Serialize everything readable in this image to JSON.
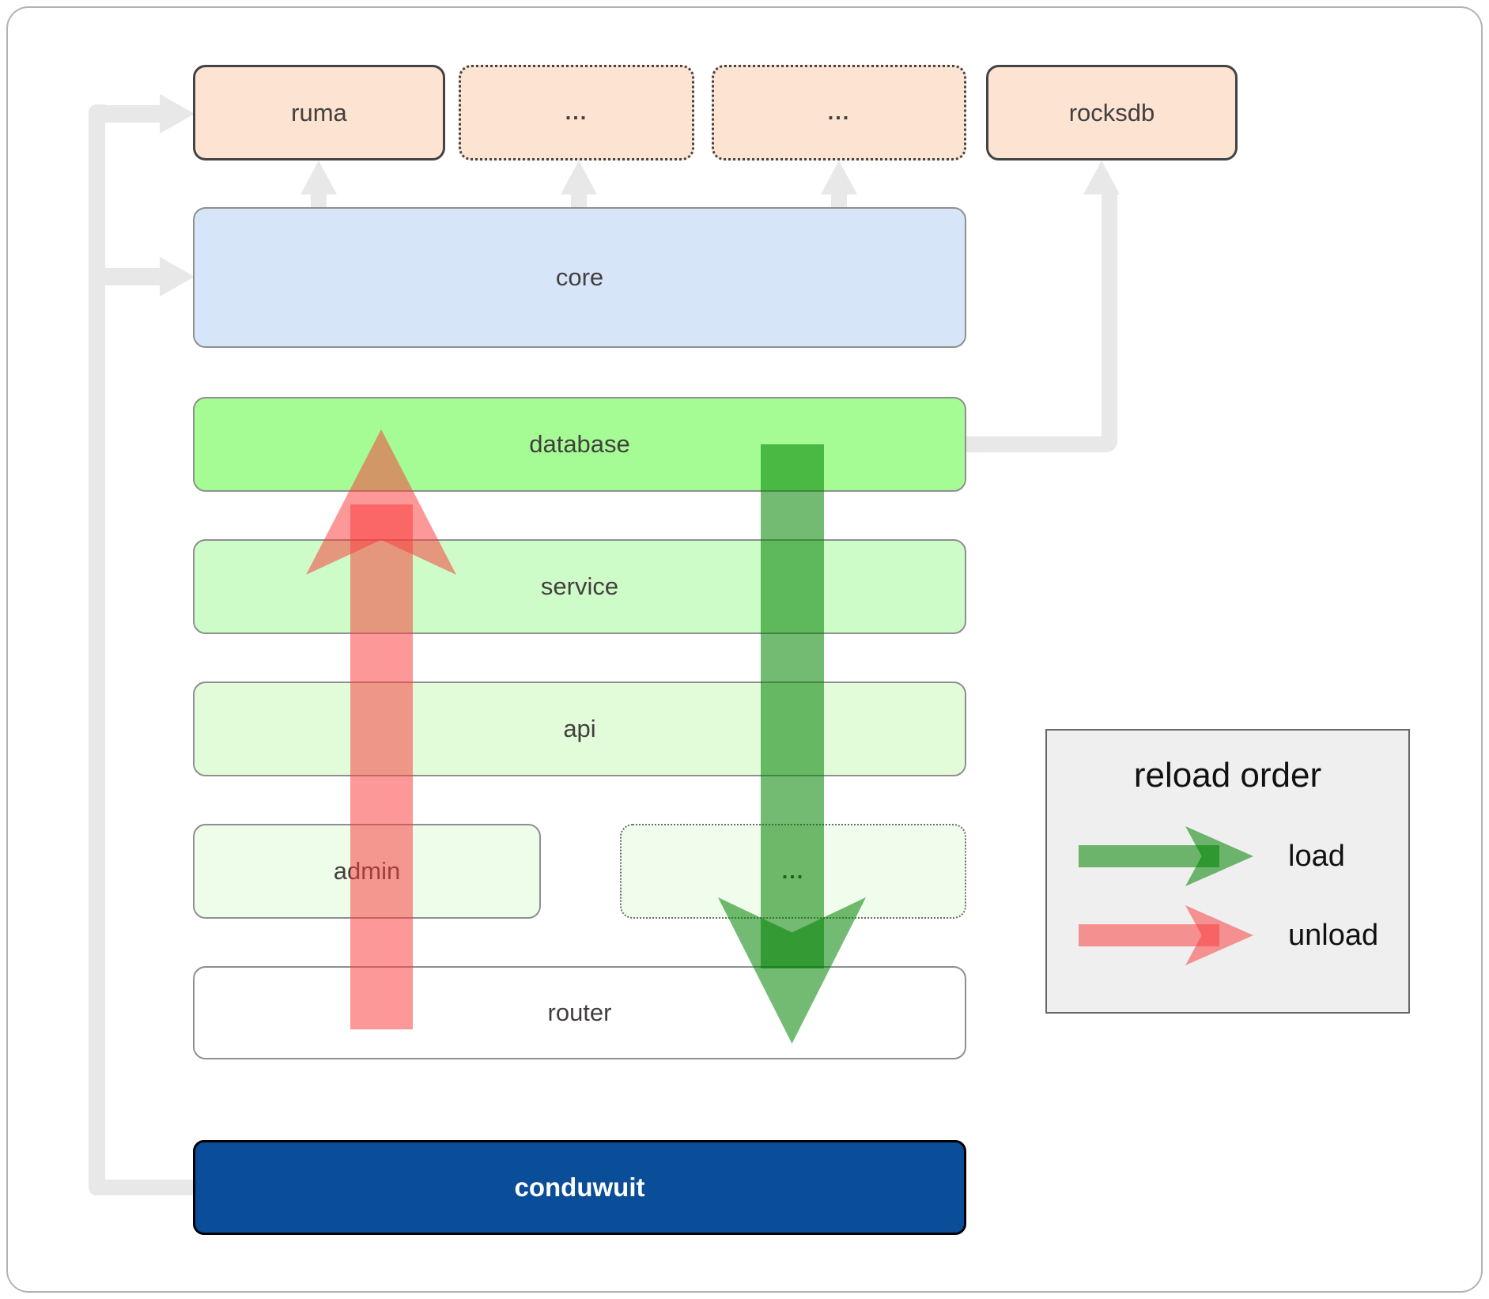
{
  "nodes": {
    "ruma": {
      "label": "ruma"
    },
    "more1": {
      "label": "..."
    },
    "more2": {
      "label": "..."
    },
    "rocksdb": {
      "label": "rocksdb"
    },
    "core": {
      "label": "core"
    },
    "database": {
      "label": "database"
    },
    "service": {
      "label": "service"
    },
    "api": {
      "label": "api"
    },
    "admin": {
      "label": "admin"
    },
    "more3": {
      "label": "..."
    },
    "router": {
      "label": "router"
    },
    "conduwuit": {
      "label": "conduwuit"
    }
  },
  "legend": {
    "title": "reload order",
    "items": [
      {
        "label": "load",
        "color": "green"
      },
      {
        "label": "unload",
        "color": "red"
      }
    ]
  },
  "colors": {
    "peach_fill": "#fce3d2",
    "peach_border": "#434343",
    "core_fill": "#d6e6f8",
    "database_fill": "#a5fc95",
    "service_fill": "#cefcc8",
    "api_fill": "#e2fcda",
    "admin_fill": "#eefdea",
    "more_fill": "#f0fdec",
    "router_fill": "#ffffff",
    "gray_border": "#8f8f8f",
    "conduwuit_fill": "#0a4d99",
    "conduwuit_text": "#ffffff",
    "label_color": "#443f3f",
    "connector_gray": "#e8e8e8",
    "load_green": "rgba(0,130,0,0.55)",
    "unload_red": "rgba(249,60,60,0.53)",
    "legend_fill": "#efefef",
    "legend_border": "#676767",
    "legend_text": "#111111"
  }
}
